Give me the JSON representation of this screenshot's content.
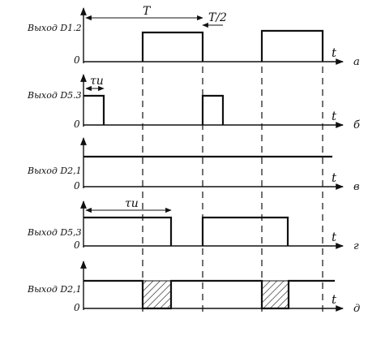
{
  "panels": [
    {
      "id": "a",
      "ylabel": "Выход D1.2",
      "zero": "0",
      "t_label": "t",
      "letter": "а"
    },
    {
      "id": "b",
      "ylabel": "Выход D5.3",
      "zero": "0",
      "t_label": "t",
      "letter": "б"
    },
    {
      "id": "c",
      "ylabel": "Выход D2,1",
      "zero": "0",
      "t_label": "t",
      "letter": "в"
    },
    {
      "id": "d",
      "ylabel": "Выход D5,3",
      "zero": "0",
      "t_label": "t",
      "letter": "г"
    },
    {
      "id": "e",
      "ylabel": "Выход D2,1",
      "zero": "0",
      "t_label": "t",
      "letter": "д"
    }
  ],
  "annotations": {
    "period": "T",
    "half_period": "T/2",
    "tau_short": "τи",
    "tau_long": "τи"
  }
}
